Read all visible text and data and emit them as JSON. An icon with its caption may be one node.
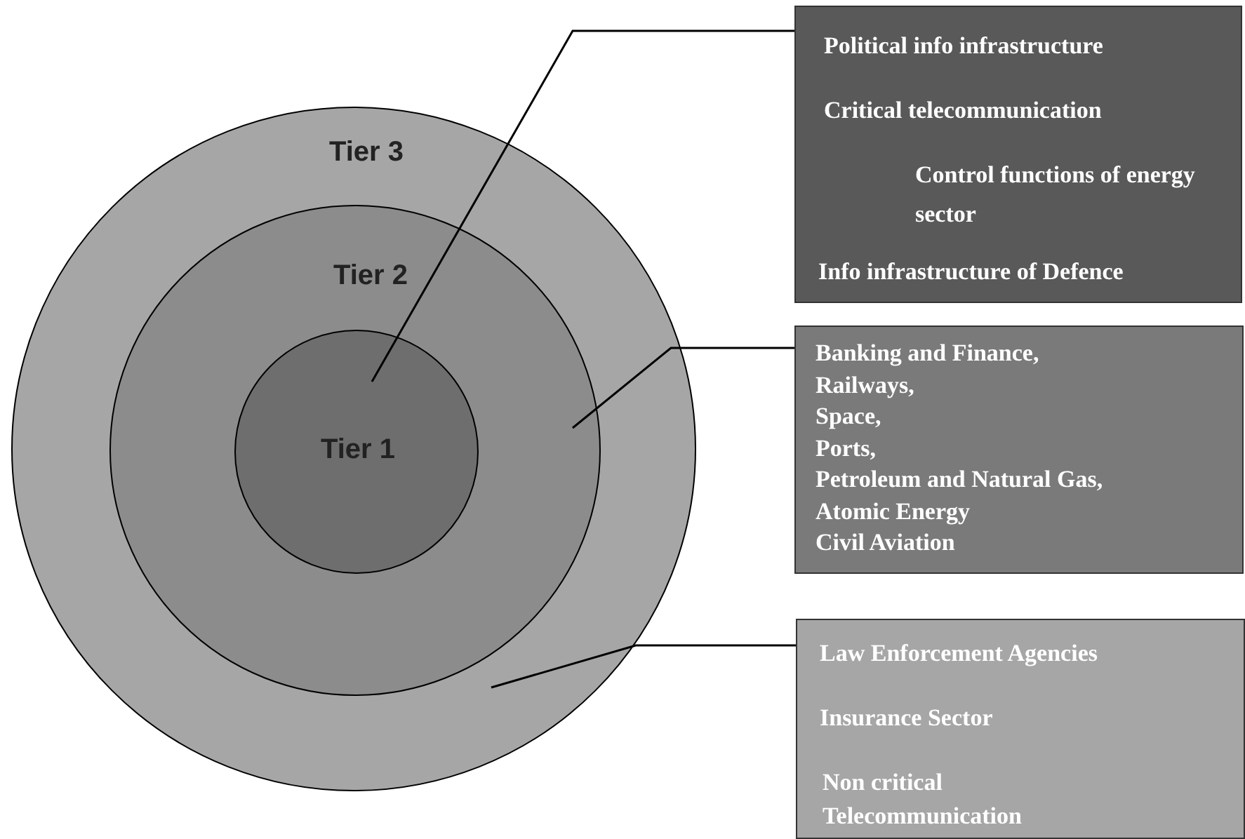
{
  "diagram": {
    "nodes": [
      {
        "text": [
          "Tier 3"
        ]
      },
      {
        "text": [
          "Tier 2"
        ],
        "in": 0
      },
      {
        "text": [
          "Tier 1"
        ],
        "in": 1
      },
      {
        "text": [
          "Political info infrastructure",
          "Critical telecommunication",
          "Control functions of energy sector",
          "Info infrastructure of Defence"
        ]
      },
      {
        "text": [
          "Banking and Finance,",
          "Railways,",
          "Space,",
          "Ports,",
          "Petroleum and Natural Gas,",
          "Atomic Energy",
          "Civil Aviation"
        ]
      },
      {
        "text": [
          "Law Enforcement Agencies",
          "Insurance Sector",
          "Non critical Telecommunication"
        ]
      }
    ],
    "edges": [
      {
        "from": 3,
        "to": 2,
        "arrow": "none"
      },
      {
        "from": 4,
        "to": 1,
        "arrow": "none"
      },
      {
        "from": 5,
        "to": 0,
        "arrow": "none"
      }
    ]
  }
}
